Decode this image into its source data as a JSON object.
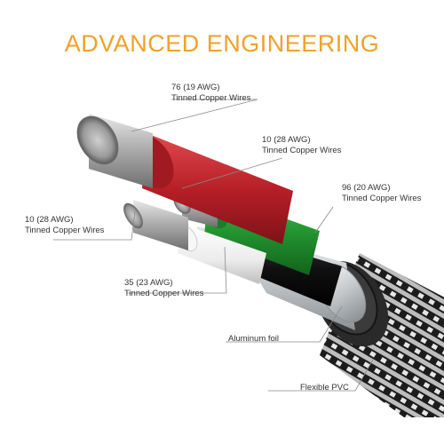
{
  "title": "ADVANCED ENGINEERING",
  "colors": {
    "title": "#f0a12a",
    "wire_red": "#c8262e",
    "wire_green": "#2a9c3a",
    "wire_white": "#f4f4f4",
    "wire_black": "#141414",
    "foil": "#cfd2d4",
    "pvc": "#262626",
    "braid": "#9b9b9b"
  },
  "labels": {
    "copper76": {
      "line1": "76 (19 AWG)",
      "line2": "Tinned Copper Wires"
    },
    "copper10_green": {
      "line1": "10 (28 AWG)",
      "line2": "Tinned Copper Wires"
    },
    "copper96": {
      "line1": "96 (20 AWG)",
      "line2": "Tinned Copper Wires"
    },
    "copper10_left": {
      "line1": "10 (28 AWG)",
      "line2": "Tinned Copper Wires"
    },
    "copper35": {
      "line1": "35 (23 AWG)",
      "line2": "Tinned Copper Wires"
    },
    "foil": {
      "line1": "Aluminum foil"
    },
    "pvc": {
      "line1": "Flexible PVC"
    }
  }
}
